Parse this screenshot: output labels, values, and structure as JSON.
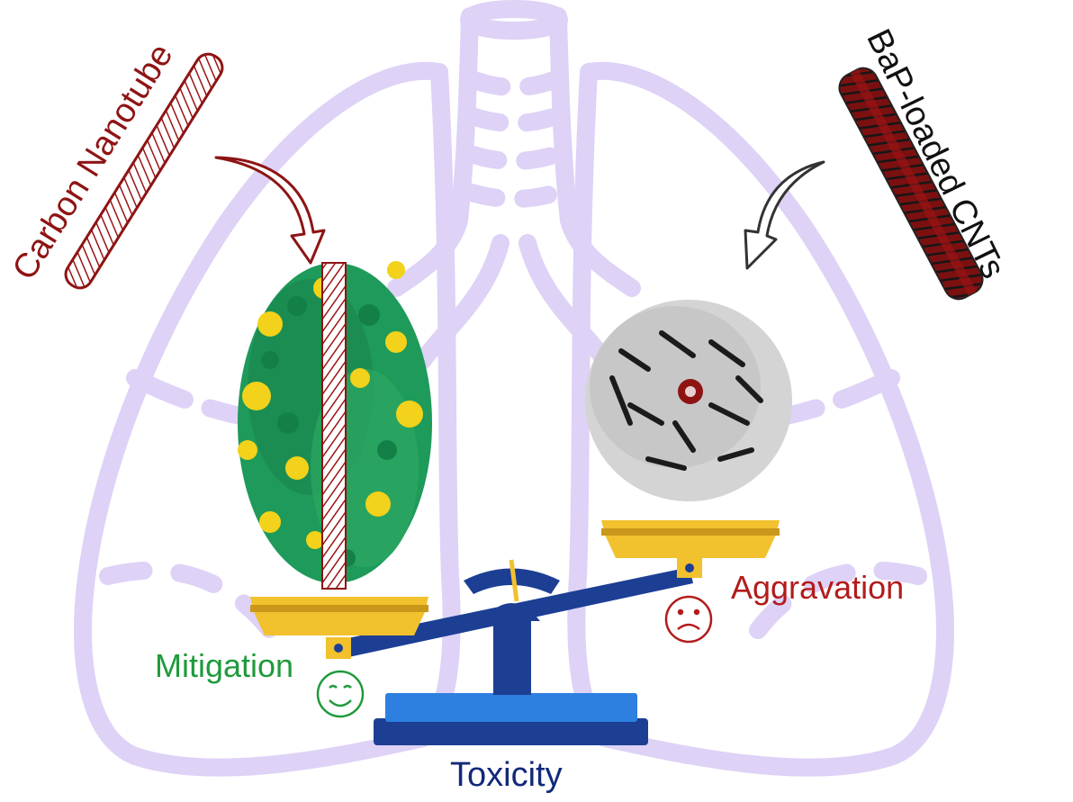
{
  "labels": {
    "carbon_nanotube": "Carbon Nanotube",
    "bap_loaded_cnts": "BaP-loaded CNTs",
    "mitigation": "Mitigation",
    "aggravation": "Aggravation",
    "toxicity": "Toxicity"
  },
  "icons": {
    "mitigation": "smiley-face-icon",
    "aggravation": "sad-face-icon"
  },
  "colors": {
    "lung_outline": "#d9cdf5",
    "carbon_nanotube": "#8e1414",
    "mitigation": "#1f9a3c",
    "aggravation": "#b31b1b",
    "toxicity": "#12297a",
    "scale_blue": "#1c3f94",
    "scale_base": "#2d7fe0",
    "pan_gold": "#f2c12e",
    "cluster_green": "#1e9a5a",
    "cluster_yellow": "#f2d21a",
    "cluster_grey": "#bfbfbf"
  }
}
